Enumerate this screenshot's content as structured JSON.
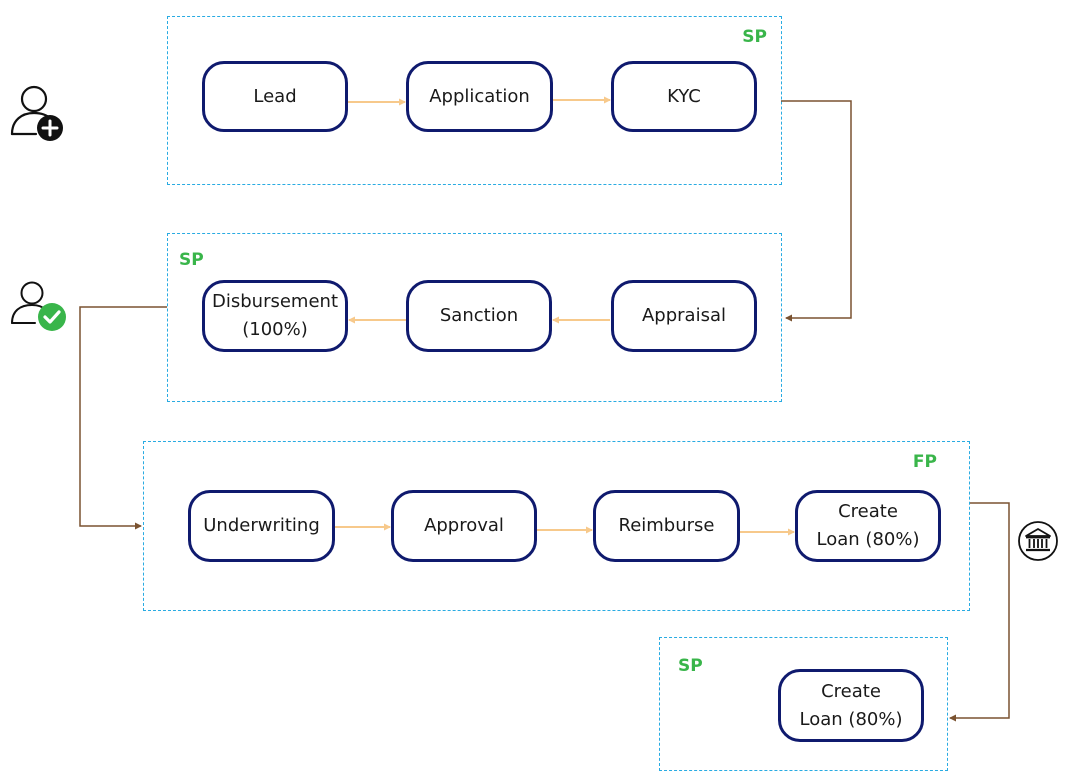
{
  "groups": {
    "g1": {
      "label": "SP"
    },
    "g2": {
      "label": "SP"
    },
    "g3": {
      "label": "FP"
    },
    "g4": {
      "label": "SP"
    }
  },
  "nodes": {
    "lead": {
      "line1": "Lead"
    },
    "application": {
      "line1": "Application"
    },
    "kyc": {
      "line1": "KYC"
    },
    "appraisal": {
      "line1": "Appraisal"
    },
    "sanction": {
      "line1": "Sanction"
    },
    "disbursement": {
      "line1": "Disbursement",
      "line2": "(100%)"
    },
    "underwriting": {
      "line1": "Underwriting"
    },
    "approval": {
      "line1": "Approval"
    },
    "reimburse": {
      "line1": "Reimburse"
    },
    "create_loan_fp": {
      "line1": "Create",
      "line2": "Loan (80%)"
    },
    "create_loan_sp": {
      "line1": "Create",
      "line2": "Loan (80%)"
    }
  },
  "icons": {
    "add_user": "user-add-icon",
    "verified_user": "user-check-icon",
    "bank": "bank-icon"
  },
  "colors": {
    "node_border": "#0f1a6e",
    "group_border": "#29abe2",
    "group_label": "#39b54a",
    "inner_arrow": "#f7c98b",
    "outer_connector": "#7a5230",
    "check_badge": "#39b54a"
  }
}
